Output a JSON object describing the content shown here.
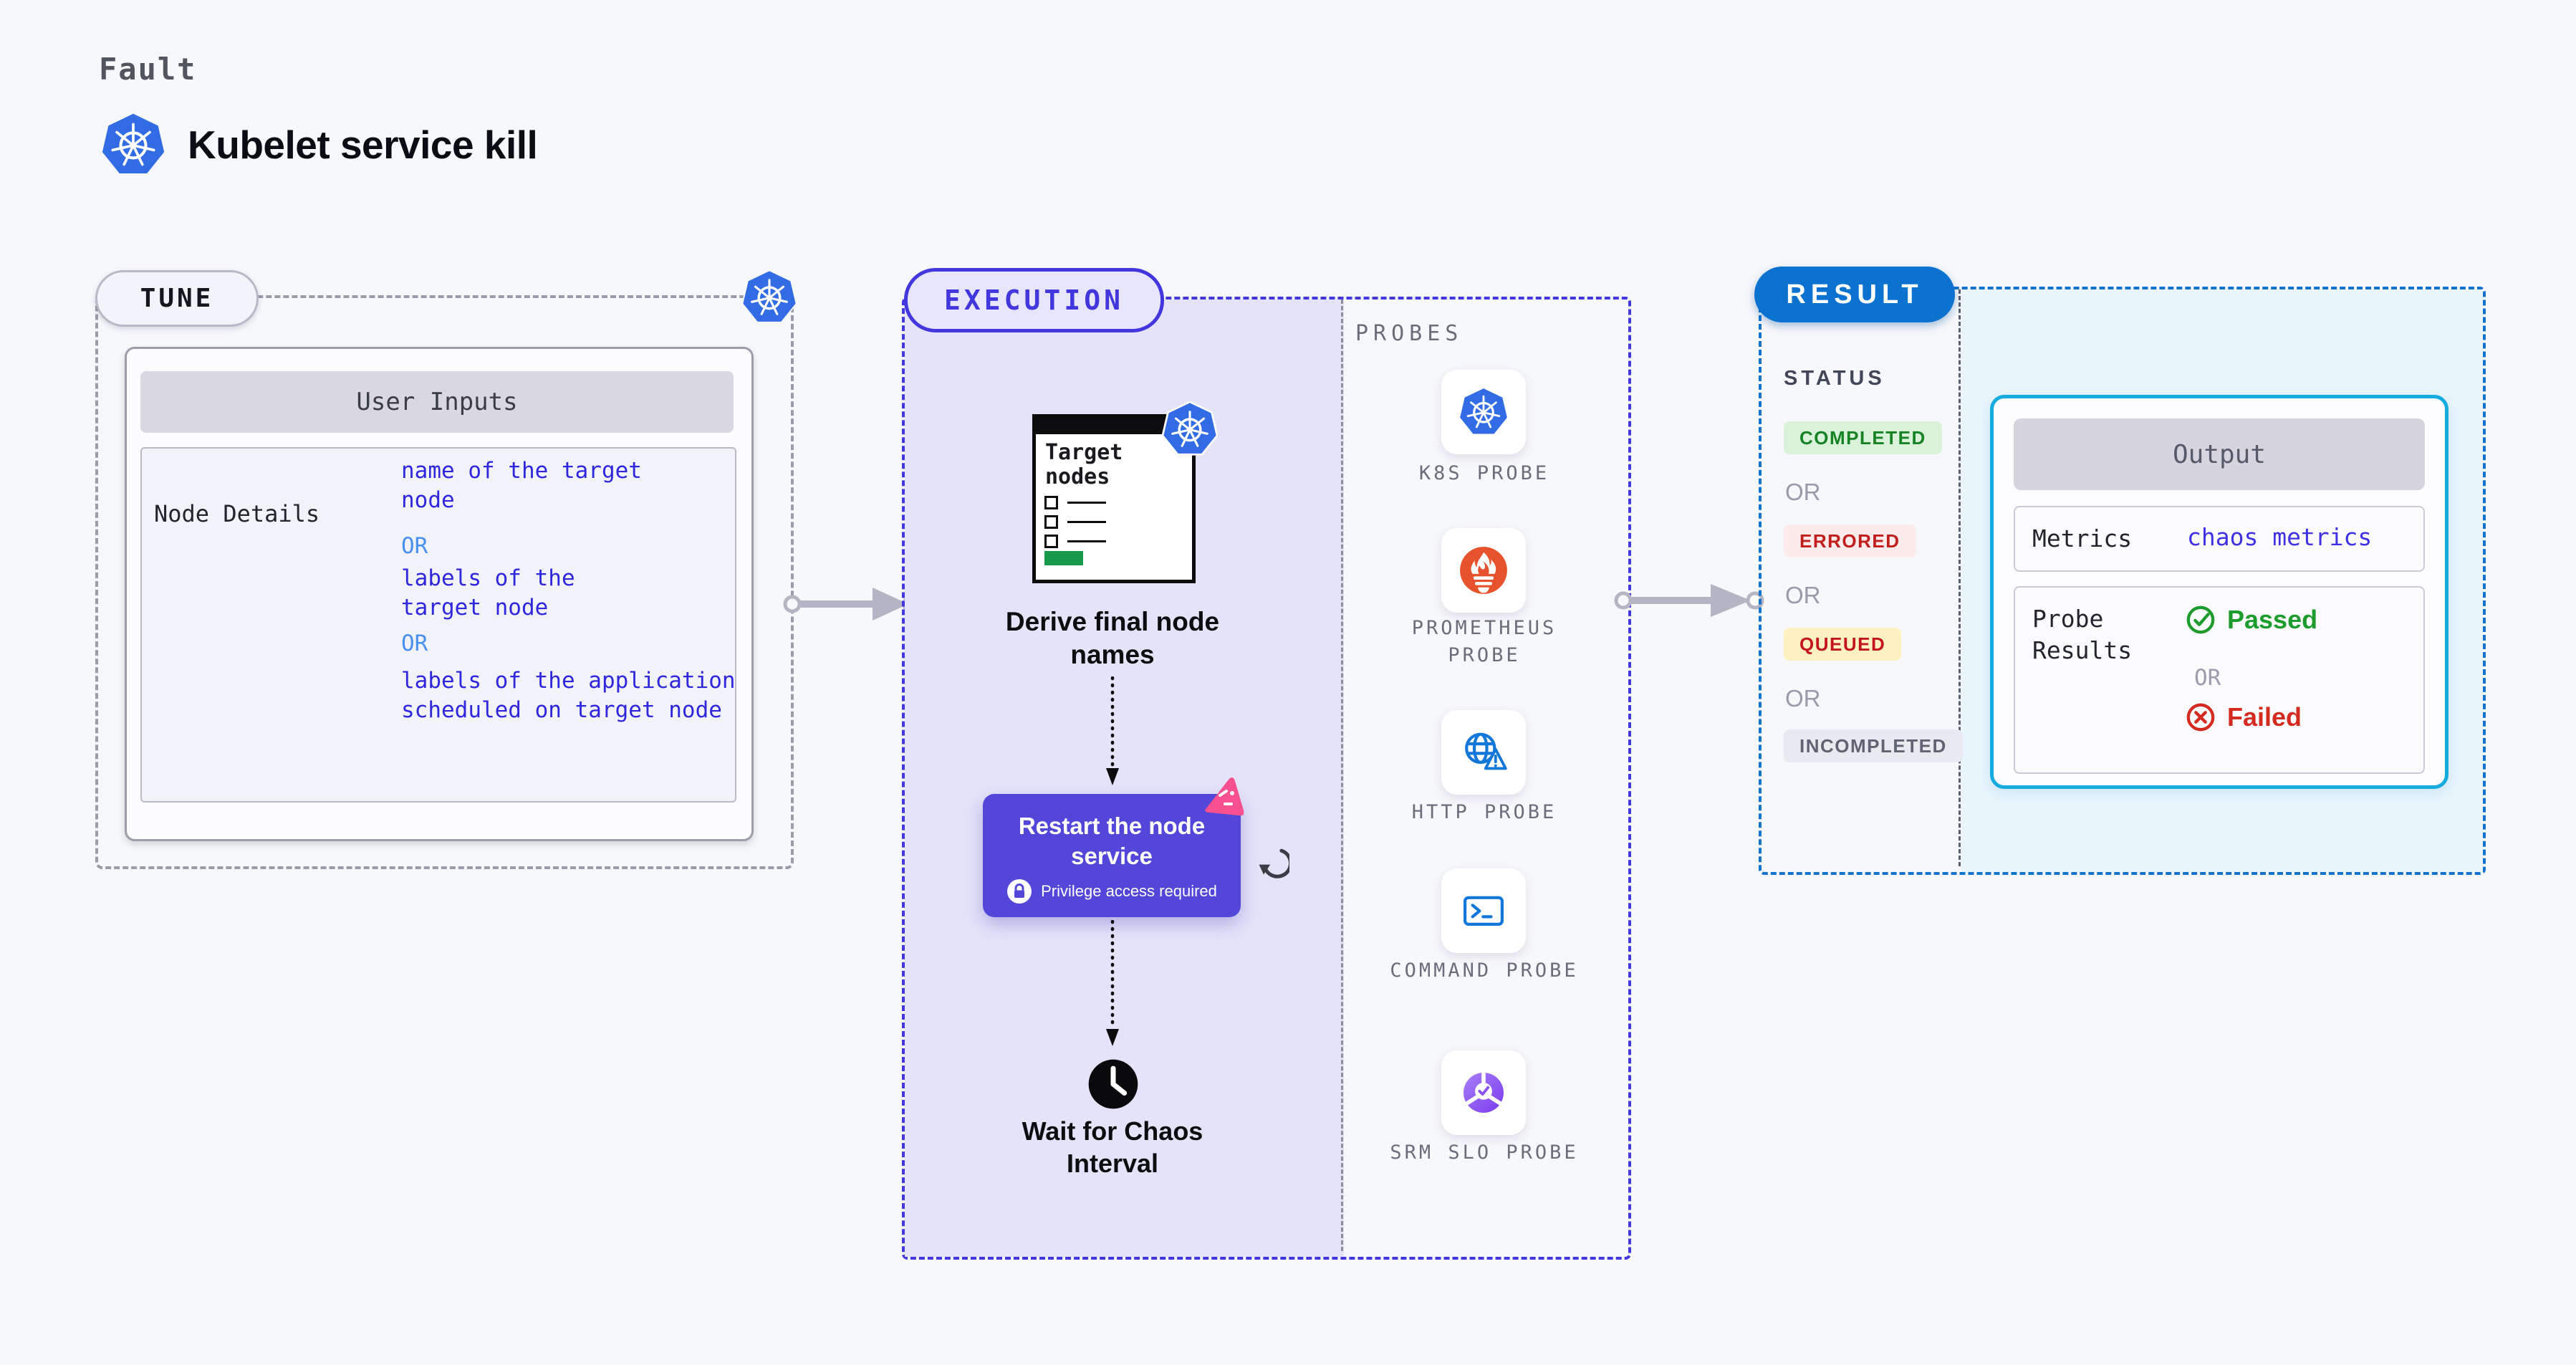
{
  "page": {
    "kicker": "Fault",
    "title": "Kubelet service kill"
  },
  "tune": {
    "badge": "TUNE",
    "header": "User Inputs",
    "row_label": "Node Details",
    "values": [
      {
        "kind": "value",
        "text": "name of the target\nnode"
      },
      {
        "kind": "or",
        "text": "OR"
      },
      {
        "kind": "value",
        "text": "labels of the\ntarget node"
      },
      {
        "kind": "or",
        "text": "OR"
      },
      {
        "kind": "value",
        "text": "labels of the application\n scheduled on target node"
      }
    ]
  },
  "execution": {
    "badge": "EXECUTION",
    "window_title": "Target nodes",
    "derive_label": "Derive final node names",
    "restart_label": "Restart the node service",
    "restart_note": "Privilege access required",
    "wait_label": "Wait for Chaos Interval",
    "probes": {
      "title": "PROBES",
      "items": [
        {
          "label": "K8S PROBE",
          "icon": "kubernetes-icon"
        },
        {
          "label": "PROMETHEUS PROBE",
          "icon": "prometheus-icon"
        },
        {
          "label": "HTTP PROBE",
          "icon": "globe-warning-icon"
        },
        {
          "label": "COMMAND PROBE",
          "icon": "terminal-icon"
        },
        {
          "label": "SRM SLO PROBE",
          "icon": "pie-check-icon"
        }
      ]
    }
  },
  "result": {
    "badge": "RESULT",
    "status_title": "STATUS",
    "statuses": [
      {
        "label": "COMPLETED",
        "type": "green"
      },
      {
        "label": "OR",
        "type": "or"
      },
      {
        "label": "ERRORED",
        "type": "red"
      },
      {
        "label": "OR",
        "type": "or"
      },
      {
        "label": "QUEUED",
        "type": "yellow"
      },
      {
        "label": "OR",
        "type": "or"
      },
      {
        "label": "INCOMPLETED",
        "type": "gray"
      }
    ],
    "output": {
      "header": "Output",
      "metrics_label": "Metrics",
      "metrics_value": "chaos metrics",
      "probe_results_label": "Probe Results",
      "passed_label": "Passed",
      "or_label": "OR",
      "failed_label": "Failed"
    }
  },
  "colors": {
    "k8s_blue": "#326ce5",
    "execution_indigo": "#4237dc",
    "action_purple": "#5247d8",
    "result_blue": "#0b72cf",
    "output_border_cyan": "#15abdf",
    "prometheus_orange": "#e6522c",
    "probe_icon_blue": "#1277d8",
    "srm_purple": "#8b53f2",
    "passed_green": "#1d9b2d",
    "failed_red": "#d32b20",
    "value_blue": "#2f27dd",
    "or_blue": "#4a90f0",
    "arrow_gray": "#b5b4c4",
    "target_green": "#189a4a",
    "litmus_pink": "#f6518e"
  }
}
